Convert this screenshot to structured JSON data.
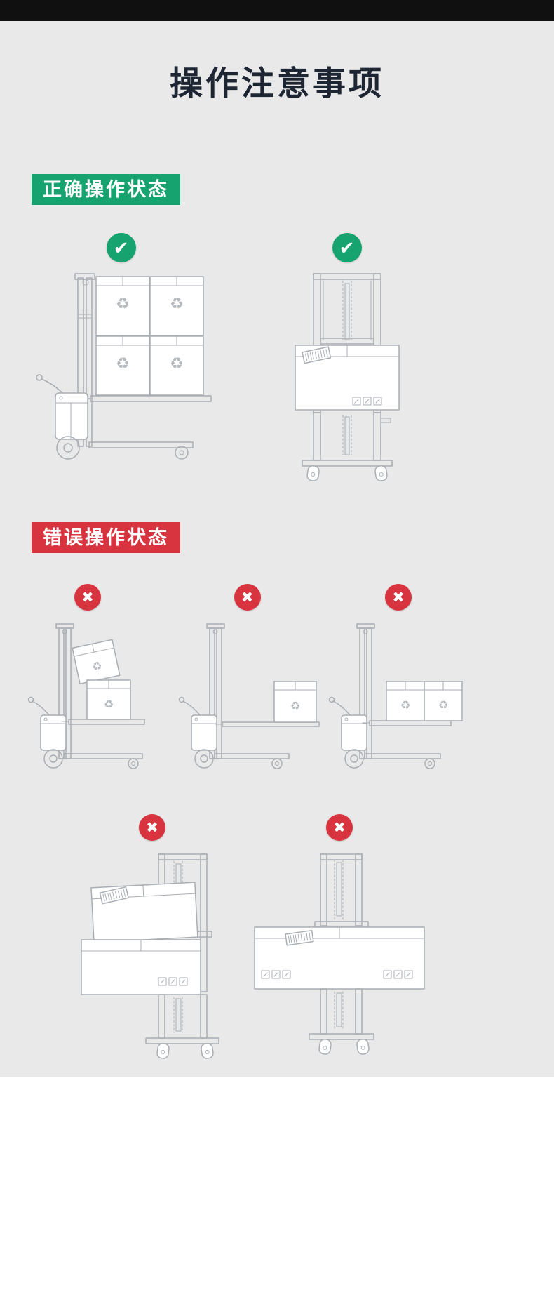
{
  "page": {
    "title": "操作注意事项"
  },
  "sections": {
    "correct": {
      "label": "正确操作状态",
      "accent_color": "#16a36f",
      "figures": [
        {
          "name": "stacker-side-view-load-centered"
        },
        {
          "name": "stacker-front-view-load-centered"
        }
      ]
    },
    "wrong": {
      "label": "错误操作状态",
      "accent_color": "#d8343f",
      "figures": [
        {
          "name": "stacker-side-view-boxes-stacked-tilted"
        },
        {
          "name": "stacker-side-view-box-at-fork-tip"
        },
        {
          "name": "stacker-side-view-boxes-offset-forward"
        },
        {
          "name": "stacker-front-view-load-offset-side"
        },
        {
          "name": "stacker-front-view-load-overwide"
        }
      ]
    }
  },
  "icons": {
    "check": "✔",
    "cross": "✖",
    "recycle": "♻"
  },
  "colors": {
    "background": "#e9e9e9",
    "top_bar": "#101010",
    "title_text": "#1e2633",
    "correct_green": "#16a36f",
    "wrong_red": "#d8343f",
    "line_art": "#a9aeb4",
    "bottom_panel": "#ffffff"
  }
}
